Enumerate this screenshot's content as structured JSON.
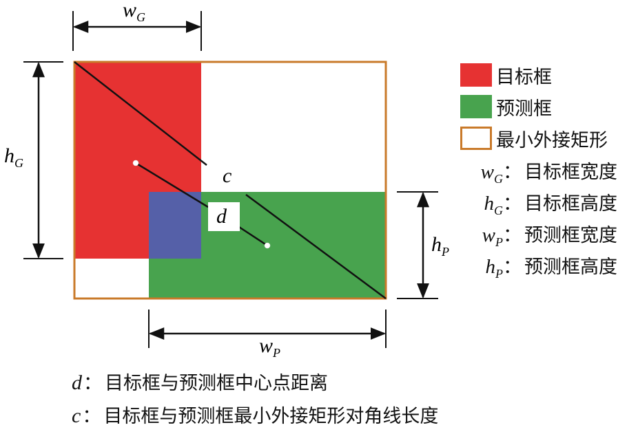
{
  "colors": {
    "target": "#e63232",
    "predicted": "#48a34e",
    "overlap": "#5560a8",
    "enclosing_border": "#c97a2a",
    "line": "#111111"
  },
  "diagram": {
    "w_g": {
      "base": "w",
      "sub": "G"
    },
    "h_g": {
      "base": "h",
      "sub": "G"
    },
    "w_p": {
      "base": "w",
      "sub": "P"
    },
    "h_p": {
      "base": "h",
      "sub": "P"
    },
    "c_label": "c",
    "d_label": "d"
  },
  "legend": {
    "target": "目标框",
    "predicted": "预测框",
    "enclosing": "最小外接矩形"
  },
  "definitions": [
    {
      "base": "w",
      "sub": "G",
      "colon": "：",
      "text": "目标框宽度"
    },
    {
      "base": "h",
      "sub": "G",
      "colon": "：",
      "text": "目标框高度"
    },
    {
      "base": "w",
      "sub": "P",
      "colon": "：",
      "text": "预测框宽度"
    },
    {
      "base": "h",
      "sub": "P",
      "colon": "：",
      "text": "预测框高度"
    }
  ],
  "notes": [
    {
      "sym": "d",
      "colon": "：",
      "text": "目标框与预测框中心点距离"
    },
    {
      "sym": "c",
      "colon": "：",
      "text": "目标框与预测框最小外接矩形对角线长度"
    }
  ]
}
